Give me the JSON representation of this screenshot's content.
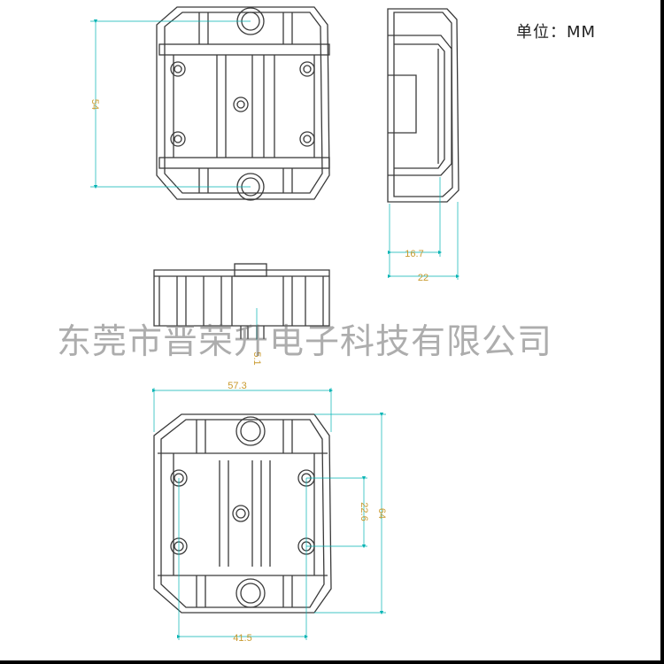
{
  "unit_label": "单位：MM",
  "watermark": "东莞市晋荣升电子科技有限公司",
  "dimensions": {
    "height_top_view": "54",
    "side_inner_depth": "16.7",
    "side_depth": "22",
    "front_pin_length": "5.1",
    "width_total": "57.3",
    "height_total": "64",
    "hole_vertical_pitch": "22.6",
    "hole_horizontal_pitch": "41.5"
  },
  "colors": {
    "outline": "#3a3a3a",
    "dimension_line": "#00b3b3",
    "dimension_text": "#c99a2e"
  }
}
